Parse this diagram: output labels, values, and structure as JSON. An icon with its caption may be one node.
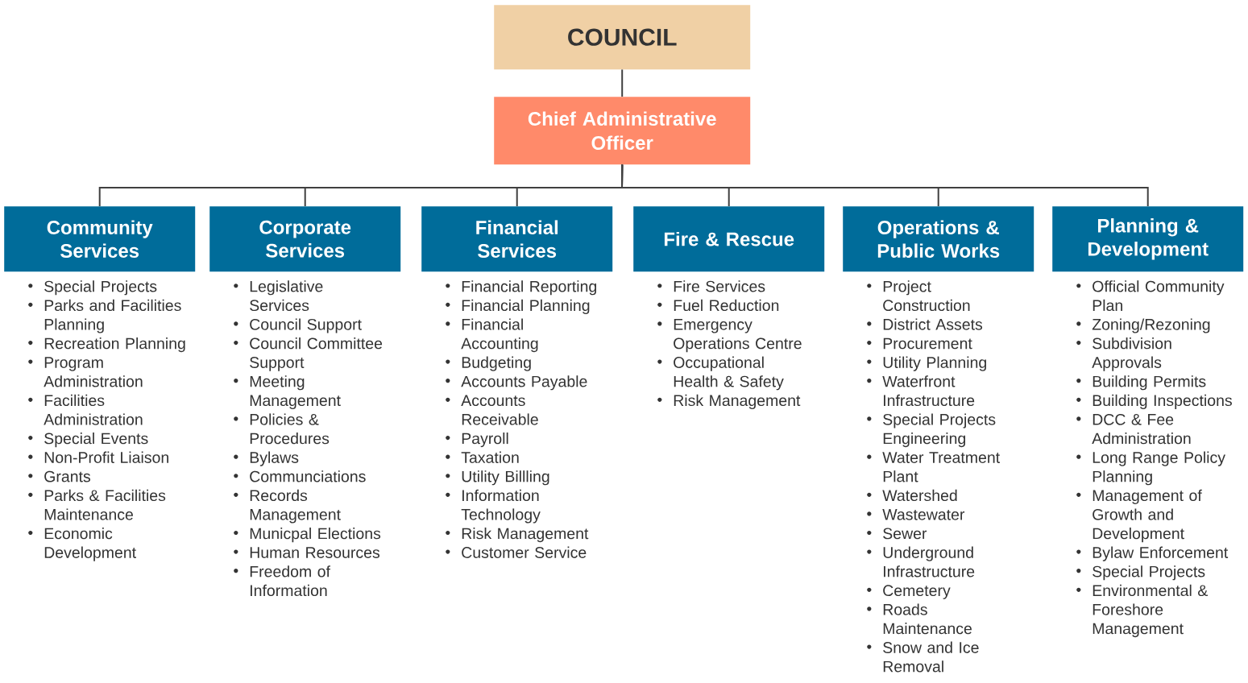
{
  "diagram": {
    "nodes": [
      {
        "text": [
          "COUNCIL"
        ]
      },
      {
        "text": [
          "Chief Administrative Officer"
        ]
      },
      {
        "text": [
          "Community Services"
        ],
        "beside": [
          "Special Projects",
          "Parks and Facilities Planning",
          "Recreation Planning",
          "Program Administration",
          "Facilities Administration",
          "Special Events",
          "Non-Profit Liaison",
          "Grants",
          "Parks & Facilities Maintenance",
          "Economic Development"
        ]
      },
      {
        "text": [
          "Corporate Services"
        ],
        "beside": [
          "Legislative Services",
          "Council Support",
          "Council Committee Support",
          "Meeting Management",
          "Policies & Procedures",
          "Bylaws",
          "Communciations",
          "Records Management",
          "Municpal Elections",
          "Human Resources",
          "Freedom of Information"
        ]
      },
      {
        "text": [
          "Financial Services"
        ],
        "beside": [
          "Financial Reporting",
          "Financial Planning",
          "Financial Accounting",
          "Budgeting",
          "Accounts Payable",
          "Accounts Receivable",
          "Payroll",
          "Taxation",
          "Utility Billling",
          "Information Technology",
          "Risk Management",
          "Customer Service"
        ]
      },
      {
        "text": [
          "Fire & Rescue"
        ],
        "beside": [
          "Fire Services",
          "Fuel Reduction",
          "Emergency Operations Centre",
          "Occupational Health & Safety",
          "Risk Management"
        ]
      },
      {
        "text": [
          "Operations & Public Works"
        ],
        "beside": [
          "Project Construction",
          "District Assets",
          "Procurement",
          "Utility Planning",
          "Waterfront Infrastructure",
          "Special Projects Engineering",
          "Water Treatment Plant",
          "Watershed",
          "Wastewater",
          "Sewer",
          "Underground Infrastructure",
          "Cemetery",
          "Roads Maintenance",
          "Snow and Ice Removal"
        ]
      },
      {
        "text": [
          "Planning & Development"
        ],
        "beside": [
          "Official Community Plan",
          "Zoning/Rezoning",
          "Subdivision Approvals",
          "Building Permits",
          "Building Inspections",
          "DCC & Fee Administration",
          "Long Range Policy Planning",
          "Management of Growth and Development",
          "Bylaw Enforcement",
          "Special Projects",
          "Environmental & Foreshore Management"
        ]
      }
    ],
    "edges": [
      {
        "from": 0,
        "to": 1,
        "arrow": "none"
      },
      {
        "from": 1,
        "to": 2,
        "arrow": "none"
      },
      {
        "from": 1,
        "to": 3,
        "arrow": "none"
      },
      {
        "from": 1,
        "to": 4,
        "arrow": "none"
      },
      {
        "from": 1,
        "to": 5,
        "arrow": "none"
      },
      {
        "from": 1,
        "to": 6,
        "arrow": "none"
      },
      {
        "from": 1,
        "to": 7,
        "arrow": "none"
      }
    ]
  }
}
